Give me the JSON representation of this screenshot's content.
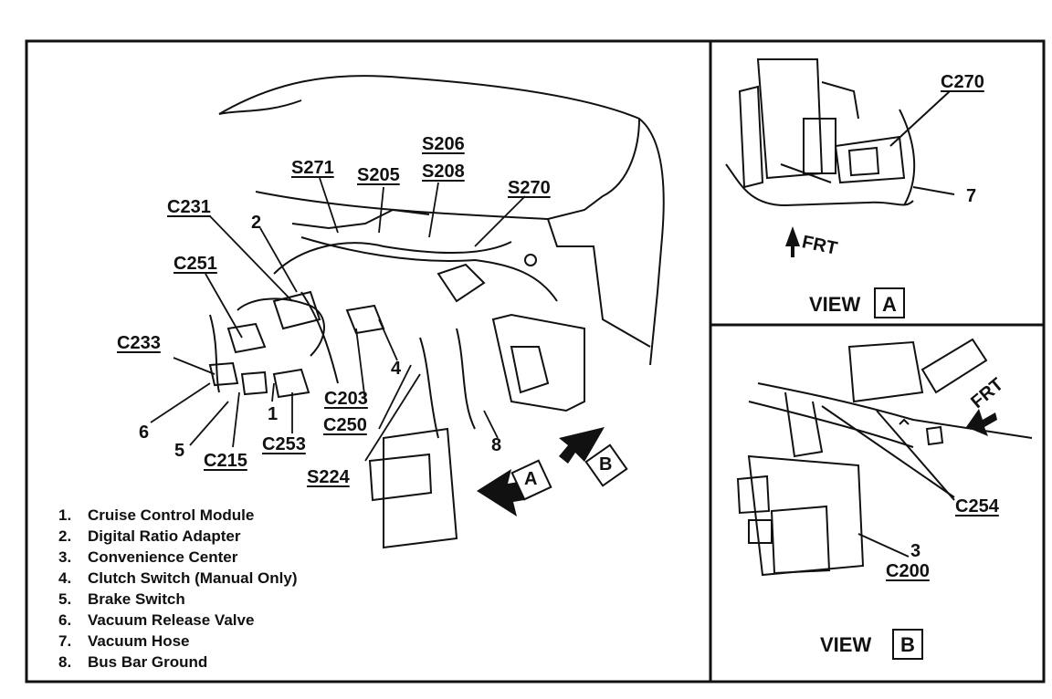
{
  "main_view": {
    "labels": {
      "s206": "S206",
      "s271": "S271",
      "s205": "S205",
      "s208": "S208",
      "s270": "S270",
      "c231": "C231",
      "c251": "C251",
      "c233": "C233",
      "c203": "C203",
      "c250": "C250",
      "c253": "C253",
      "c215": "C215",
      "s224": "S224"
    },
    "callouts": {
      "n1": "1",
      "n2": "2",
      "n4": "4",
      "n5": "5",
      "n6": "6",
      "n8": "8"
    },
    "view_arrow_a": "A",
    "view_arrow_b": "B"
  },
  "legend": [
    {
      "num": "1.",
      "text": "Cruise Control Module"
    },
    {
      "num": "2.",
      "text": "Digital Ratio Adapter"
    },
    {
      "num": "3.",
      "text": "Convenience Center"
    },
    {
      "num": "4.",
      "text": "Clutch Switch (Manual Only)"
    },
    {
      "num": "5.",
      "text": "Brake Switch"
    },
    {
      "num": "6.",
      "text": "Vacuum Release Valve"
    },
    {
      "num": "7.",
      "text": "Vacuum Hose"
    },
    {
      "num": "8.",
      "text": "Bus Bar Ground"
    }
  ],
  "view_a": {
    "c270": "C270",
    "n7": "7",
    "frt": "FRT",
    "title": "VIEW",
    "letter": "A"
  },
  "view_b": {
    "frt": "FRT",
    "c254": "C254",
    "n3": "3",
    "c200": "C200",
    "title": "VIEW",
    "letter": "B"
  }
}
